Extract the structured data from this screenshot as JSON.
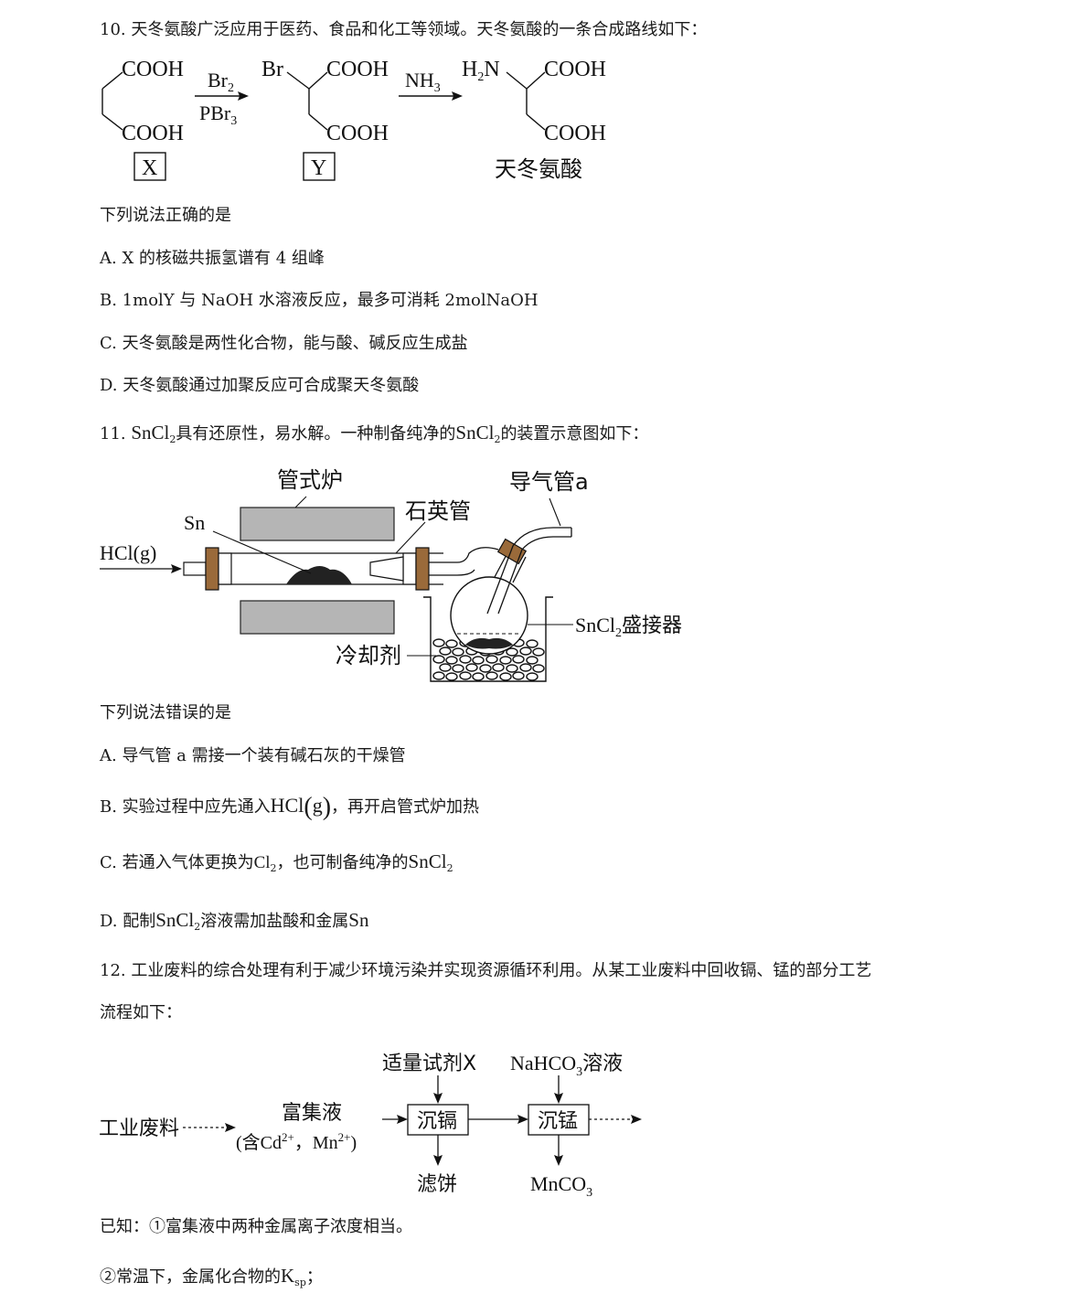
{
  "q10": {
    "stem": "10. 天冬氨酸广泛应用于医药、食品和化工等领域。天冬氨酸的一条合成路线如下：",
    "scheme": {
      "x_cooh_top": "COOH",
      "x_cooh_bot": "COOH",
      "x_label": "X",
      "reagent1_top": "Br",
      "reagent1_top_sub": "2",
      "reagent1_bot": "PBr",
      "reagent1_bot_sub": "3",
      "y_br": "Br",
      "y_cooh_top": "COOH",
      "y_cooh_bot": "COOH",
      "y_label": "Y",
      "reagent2": "NH",
      "reagent2_sub": "3",
      "p_h": "H",
      "p_h_sub": "2",
      "p_n": "N",
      "p_cooh_top": "COOH",
      "p_cooh_bot": "COOH",
      "p_name": "天冬氨酸"
    },
    "prompt": "下列说法正确的是",
    "A": "A. X 的核磁共振氢谱有 4 组峰",
    "B_pre": "B.  1molY 与 NaOH 水溶液反应，最多可消耗 2molNaOH",
    "C": "C.  天冬氨酸是两性化合物，能与酸、碱反应生成盐",
    "D": "D.  天冬氨酸通过加聚反应可合成聚天冬氨酸"
  },
  "q11": {
    "stem_num": "11.",
    "stem_f1": "SnCl",
    "stem_f1_sub": "2",
    "stem_mid": "具有还原性，易水解。一种制备纯净的",
    "stem_f2": "SnCl",
    "stem_f2_sub": "2",
    "stem_end": "的装置示意图如下：",
    "fig": {
      "furnace": "管式炉",
      "pipe_a": "导气管a",
      "sn": "Sn",
      "quartz": "石英管",
      "hcl": "HCl(g)",
      "receiver": "SnCl",
      "receiver_sub": "2",
      "receiver_end": "盛接器",
      "coolant": "冷却剂"
    },
    "prompt": "下列说法错误的是",
    "A": "A.  导气管 a 需接一个装有碱石灰的干燥管",
    "B_pre": "B.  实验过程中应先通入",
    "B_f": "HCl",
    "B_paren_open": "(",
    "B_g": "g",
    "B_paren_close": ")",
    "B_end": "，再开启管式炉加热",
    "C_pre": "C.  若通入气体更换为",
    "C_f1": "Cl",
    "C_f1_sub": "2",
    "C_mid": "，也可制备纯净的",
    "C_f2": "SnCl",
    "C_f2_sub": "2",
    "D_pre": "D.  配制",
    "D_f1": "SnCl",
    "D_f1_sub": "2",
    "D_mid": "溶液需加盐酸和金属",
    "D_f2": "Sn"
  },
  "q12": {
    "stem_l1": "12.  工业废料的综合处理有利于减少环境污染并实现资源循环利用。从某工业废料中回收镉、锰的部分工艺",
    "stem_l2": "流程如下：",
    "flow": {
      "start": "工业废料",
      "enrich": "富集液",
      "enrich_paren_open": "(含Cd",
      "cd_sup": "2+",
      "enrich_sep": "，Mn",
      "mn_sup": "2+",
      "enrich_paren_close": ")",
      "reagent_x": "适量试剂X",
      "nahco3": "NaHCO",
      "nahco3_sub": "3",
      "nahco3_end": "溶液",
      "box1": "沉镉",
      "box2": "沉锰",
      "out1": "滤饼",
      "out2": "MnCO",
      "out2_sub": "3"
    },
    "known1": "已知：①富集液中两种金属离子浓度相当。",
    "known2_pre": "②常温下，金属化合物的",
    "known2_k": "K",
    "known2_sub": "sp",
    "known2_end": "；"
  }
}
